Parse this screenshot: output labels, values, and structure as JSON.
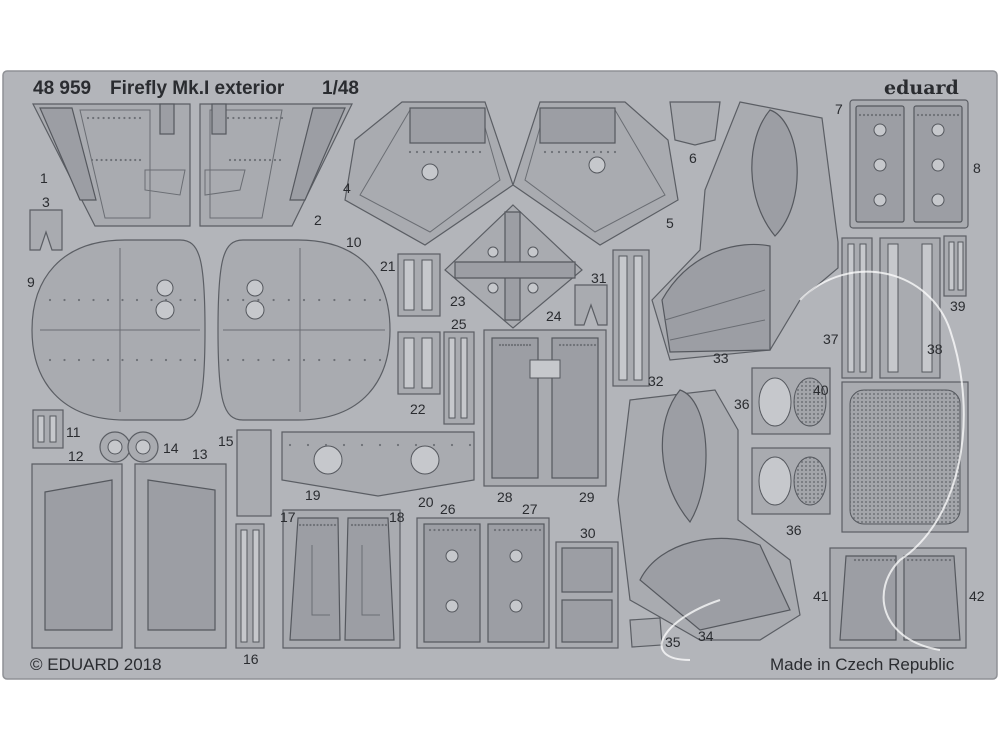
{
  "sheet": {
    "code": "48 959",
    "title": "Firefly Mk.I exterior",
    "scale": "1/48",
    "brand": "eduard",
    "copyright": "© EDUARD 2018",
    "origin": "Made in Czech Republic"
  },
  "part_numbers": [
    "1",
    "2",
    "3",
    "4",
    "5",
    "6",
    "7",
    "8",
    "9",
    "10",
    "11",
    "12",
    "13",
    "14",
    "15",
    "16",
    "17",
    "18",
    "19",
    "20",
    "21",
    "22",
    "23",
    "24",
    "25",
    "26",
    "27",
    "28",
    "29",
    "30",
    "31",
    "32",
    "33",
    "34",
    "35",
    "36",
    "37",
    "38",
    "39",
    "40",
    "41",
    "42"
  ],
  "colors": {
    "fret": "#b3b5ba",
    "part": "#a9abb0",
    "outline": "#5b5e64",
    "text": "#2a2c30"
  }
}
